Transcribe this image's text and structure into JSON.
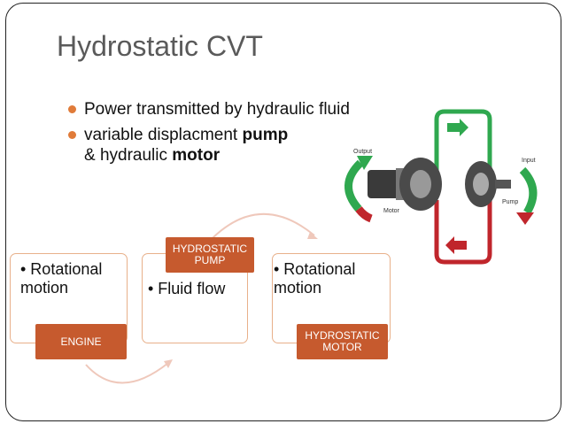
{
  "title": "Hydrostatic CVT",
  "bullets": [
    {
      "pre": "Power transmitted by hydraulic fluid",
      "bold": "",
      "line2": "",
      "line2_bold": ""
    },
    {
      "pre": "variable displacment ",
      "bold": "pump",
      "line2": "& hydraulic ",
      "line2_bold": "motor"
    }
  ],
  "flow": {
    "box1_text": "• Rotational motion",
    "box1_tag": "ENGINE",
    "box2_text": "• Fluid flow",
    "box2_tag": "HYDROSTATIC PUMP",
    "box3_text": "• Rotational motion",
    "box3_tag": "HYDROSTATIC MOTOR"
  },
  "diagram": {
    "output_label": "Output",
    "input_label": "Input",
    "motor_label": "Motor",
    "pump_label": "Pump"
  },
  "colors": {
    "accent": "#e07b39",
    "tag": "#c65a2e",
    "green": "#2fa84f",
    "red": "#c0262c"
  }
}
